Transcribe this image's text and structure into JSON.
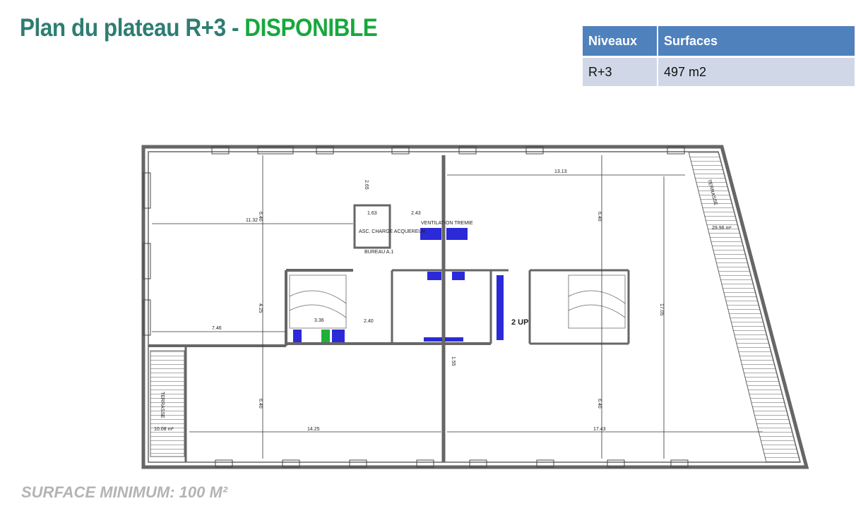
{
  "title": {
    "main": "Plan du plateau R+3 - ",
    "status": "DISPONIBLE"
  },
  "table": {
    "headers": [
      "Niveaux",
      "Surfaces"
    ],
    "rows": [
      [
        "R+3",
        "497 m2"
      ]
    ]
  },
  "plan": {
    "labels": {
      "terrasse_right": "TERRASSE",
      "terrasse_right_area": "29.96 m²",
      "terrasse_left": "TERRASSE",
      "terrasse_left_area": "10.08 m²",
      "dim_top_left": "11.32",
      "dim_top_right": "13.13",
      "dim_height_tl": "6.40",
      "dim_height_tr": "6.40",
      "dim_265": "2.65",
      "dim_425": "4.25",
      "dim_746": "7.46",
      "dim_height_bl": "6.40",
      "dim_height_br": "6.40",
      "dim_bottom_left": "14.25",
      "dim_bottom_right": "17.43",
      "dim_1705": "17.05",
      "dim_155": "1.55",
      "dim_240": "2.40",
      "dim_336": "3.36",
      "dim_163": "1.63",
      "dim_243": "2.43",
      "asc": "ASC. CHARGE ACQUEREUR",
      "ventilation": "VENTILATION TREMIE",
      "bureau": "BUREAU A.1",
      "up": "2 UP"
    },
    "colors": {
      "wall": "#777777",
      "shaft": "#2a2ad8",
      "green": "#1db03a"
    }
  },
  "footer": "SURFACE MINIMUM: 100 M²"
}
